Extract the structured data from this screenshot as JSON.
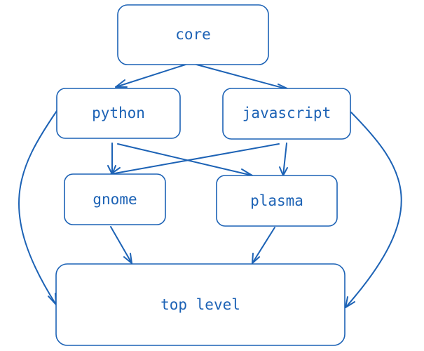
{
  "theme": {
    "stroke": "#1c62b5",
    "text": "#1c62b5",
    "background": "#ffffff"
  },
  "nodes": {
    "core": "core",
    "python": "python",
    "javascript": "javascript",
    "gnome": "gnome",
    "plasma": "plasma",
    "top_level": "top level"
  },
  "edges": [
    {
      "from": "core",
      "to": "python"
    },
    {
      "from": "core",
      "to": "javascript"
    },
    {
      "from": "python",
      "to": "gnome"
    },
    {
      "from": "python",
      "to": "plasma"
    },
    {
      "from": "javascript",
      "to": "gnome"
    },
    {
      "from": "javascript",
      "to": "plasma"
    },
    {
      "from": "python",
      "to": "top_level"
    },
    {
      "from": "javascript",
      "to": "top_level"
    },
    {
      "from": "gnome",
      "to": "top_level"
    },
    {
      "from": "plasma",
      "to": "top_level"
    }
  ]
}
